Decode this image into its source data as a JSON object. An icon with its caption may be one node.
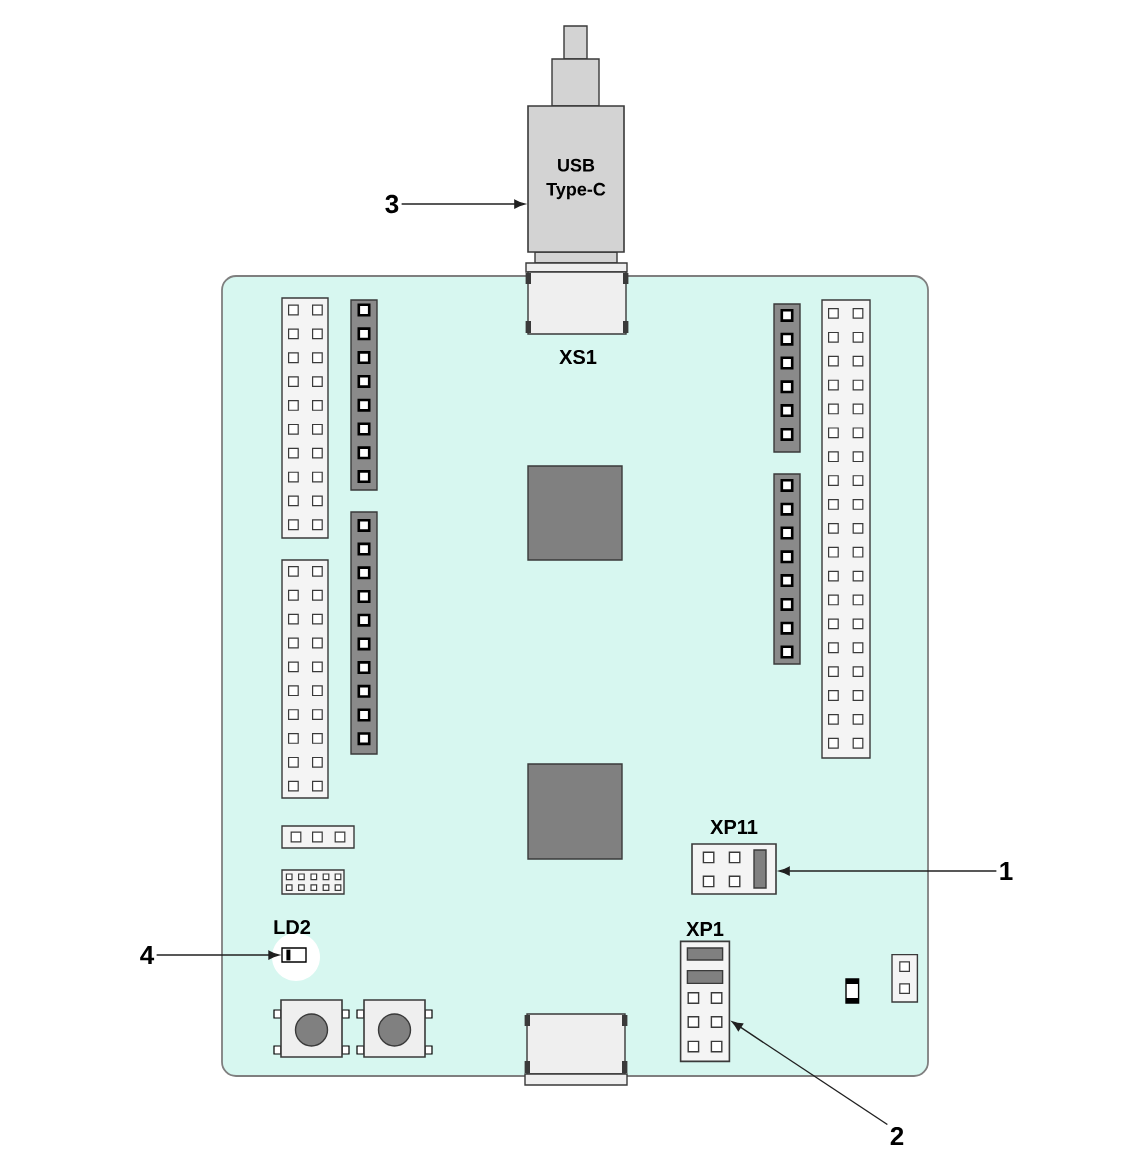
{
  "diagram": {
    "nodes": [
      {
        "text": [
          "USB Type-C"
        ]
      },
      {
        "text": [
          "3"
        ]
      },
      {
        "text": [
          "XS1"
        ]
      },
      {
        "text": [
          "XP11"
        ]
      },
      {
        "text": [
          "1"
        ]
      },
      {
        "text": [
          "LD2"
        ]
      },
      {
        "text": [
          "4"
        ]
      },
      {
        "text": [
          "XP1"
        ]
      },
      {
        "text": [],
        "shape": "box"
      },
      {
        "text": [
          "2"
        ]
      }
    ],
    "edges": [
      {
        "from": 1,
        "to": 0,
        "arrow": "to"
      },
      {
        "from": 4,
        "to": 3,
        "arrow": "to"
      },
      {
        "from": 6,
        "to": 5,
        "arrow": "to"
      },
      {
        "from": 9,
        "to": 7,
        "arrow": "to"
      }
    ]
  }
}
